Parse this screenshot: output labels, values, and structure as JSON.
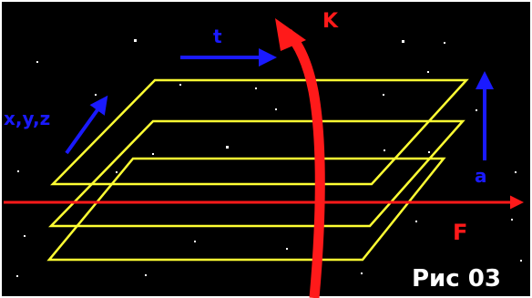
{
  "labels": {
    "t": "t",
    "k": "K",
    "xyz": "x,y,z",
    "a": "a",
    "f": "F",
    "caption": "Рис 03"
  },
  "colors": {
    "background": "#000000",
    "frame": "#ffffff",
    "planes": "#ffff33",
    "blue_arrows": "#1a1aff",
    "red": "#ff1a1a",
    "stars": "#ffffff",
    "caption": "#ffffff"
  },
  "planes_count": 3
}
